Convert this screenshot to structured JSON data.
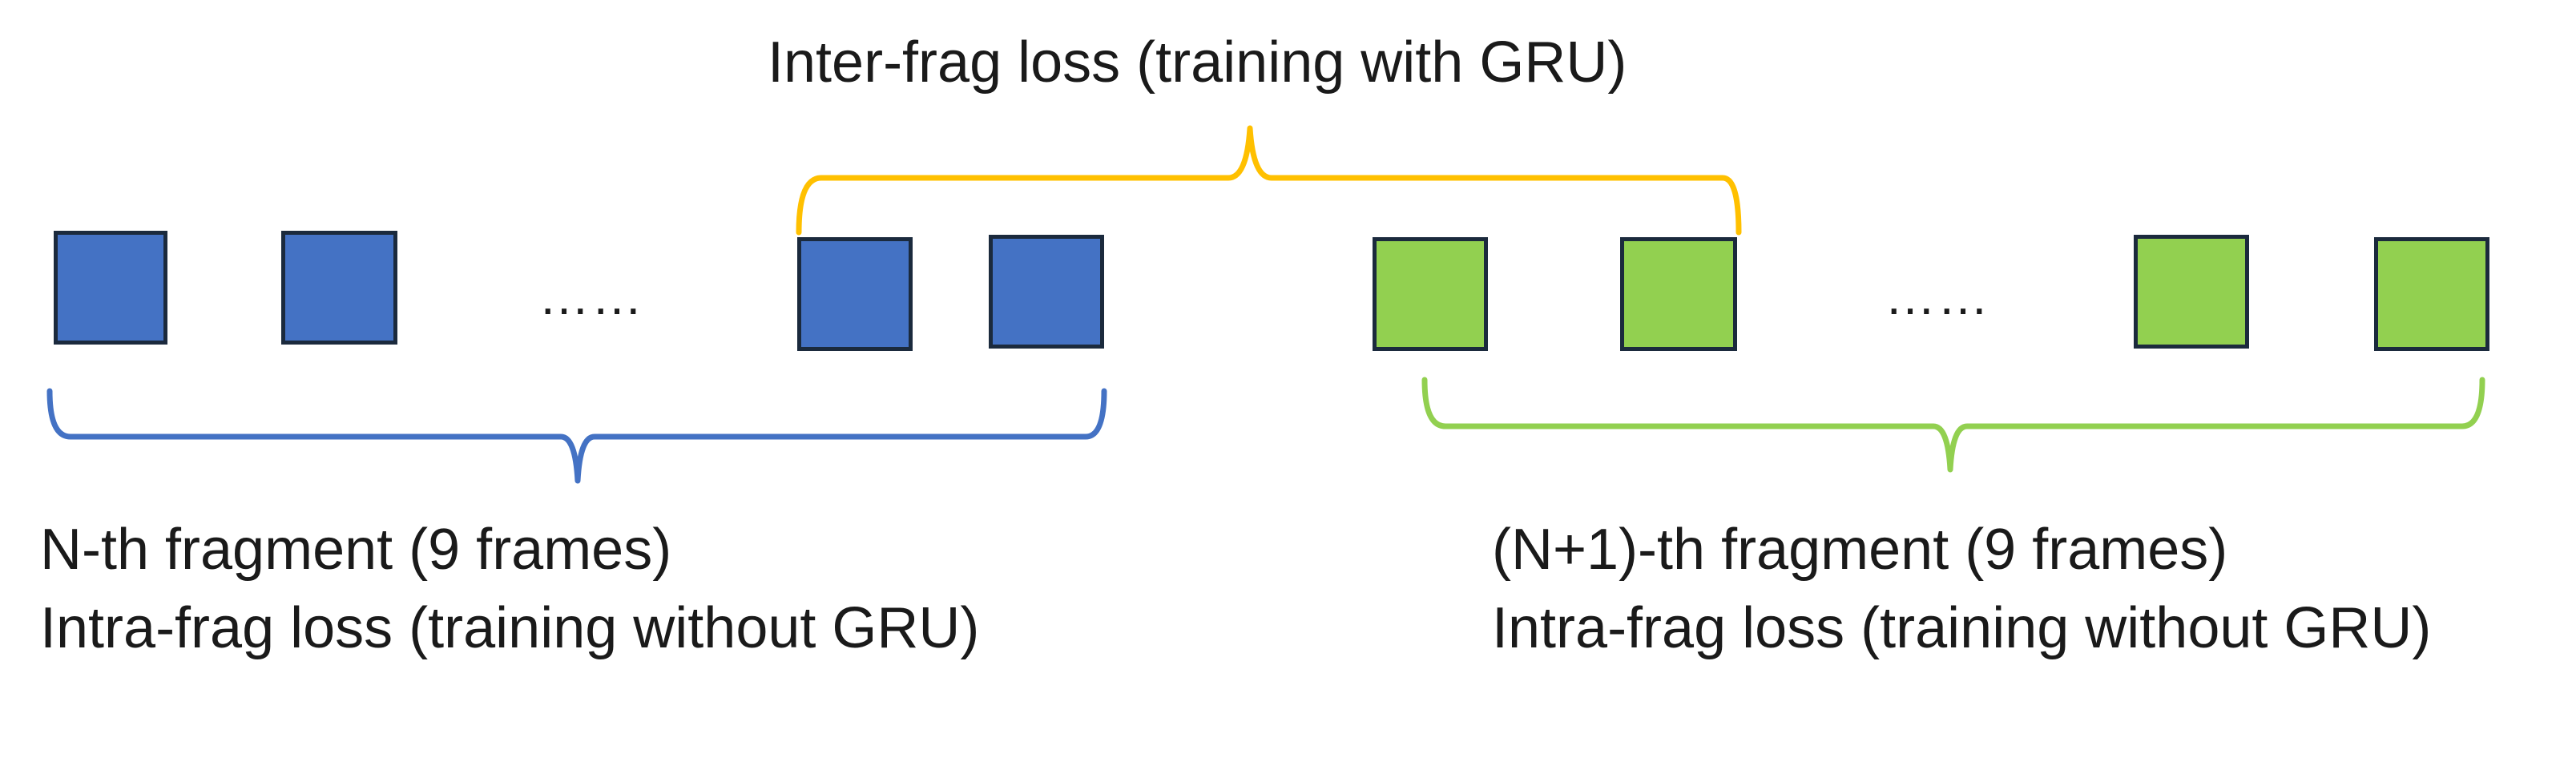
{
  "colors": {
    "nth_fragment": "#4472C4",
    "next_fragment": "#92D050",
    "inter_brace": "#FFC000",
    "frame_border": "#1b2a3d"
  },
  "labels": {
    "inter_frag": "Inter-frag loss (training with GRU)",
    "nth_fragment": "N-th fragment (9 frames)",
    "nth_intra": "Intra-frag loss (training without GRU)",
    "next_fragment": "(N+1)-th fragment (9 frames)",
    "next_intra": "Intra-frag loss (training without GRU)",
    "ellipsis_left": "……",
    "ellipsis_right": "……"
  }
}
